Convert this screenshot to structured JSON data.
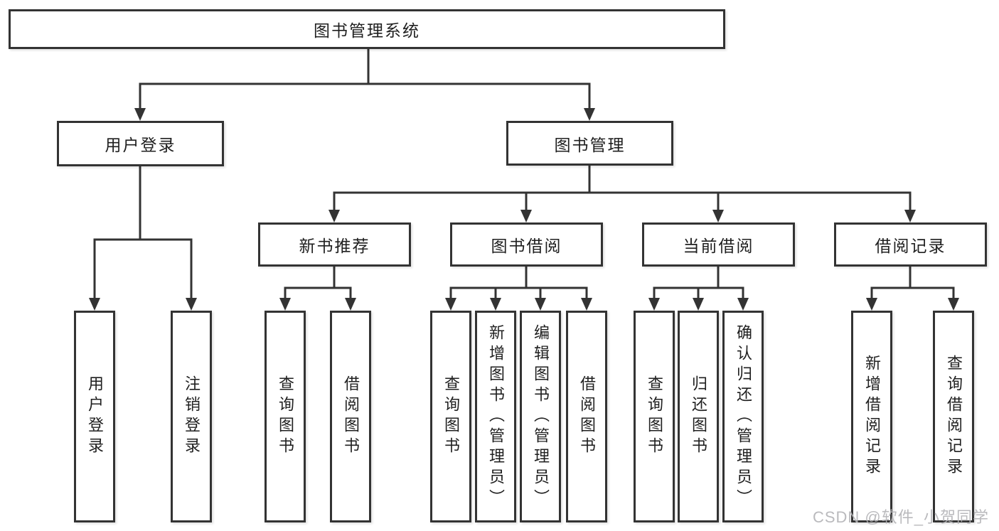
{
  "diagram": {
    "root": {
      "label": "图书管理系统"
    },
    "level2": [
      {
        "label": "用户登录"
      },
      {
        "label": "图书管理"
      }
    ],
    "level3": [
      {
        "label": "新书推荐"
      },
      {
        "label": "图书借阅"
      },
      {
        "label": "当前借阅"
      },
      {
        "label": "借阅记录"
      }
    ],
    "leaves": {
      "user_login": "用户登录",
      "logout": "注销登录",
      "recommend_query_books": "查询图书",
      "recommend_borrow_books": "借阅图书",
      "borrowing_query_books": "查询图书",
      "borrowing_add_books_admin": "新增图书（管理员）",
      "borrowing_edit_books_admin": "编辑图书（管理员）",
      "borrowing_borrow_books": "借阅图书",
      "current_query_books": "查询图书",
      "current_return_books": "归还图书",
      "current_confirm_return_admin": "确认归还（管理员）",
      "records_add_borrow_record": "新增借阅记录",
      "records_query_borrow_record": "查询借阅记录"
    },
    "colors": {
      "line": "#333333",
      "text": "#1f1f1f",
      "box_background": "#ffffff",
      "watermark": "#b3b3b6"
    },
    "watermark": "CSDN @软件_小贺同学"
  }
}
